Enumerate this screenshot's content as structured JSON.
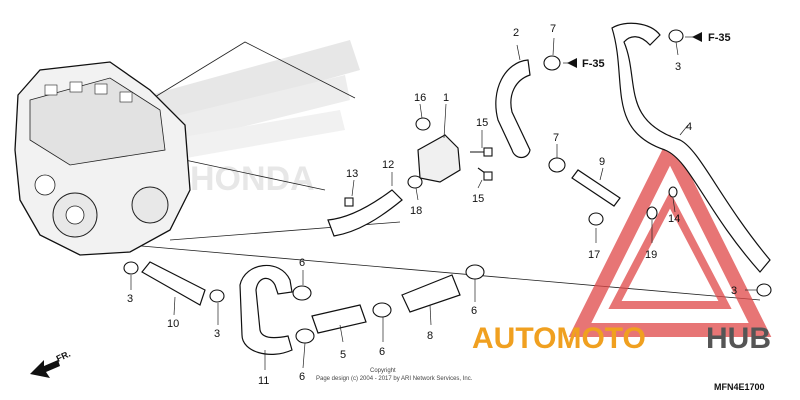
{
  "callouts": {
    "c1": "1",
    "c2": "2",
    "c3a": "3",
    "c3b": "3",
    "c3c": "3",
    "c3d": "3",
    "c4": "4",
    "c5": "5",
    "c6a": "6",
    "c6b": "6",
    "c6c": "6",
    "c6d": "6",
    "c7a": "7",
    "c7b": "7",
    "c8": "8",
    "c9": "9",
    "c10": "10",
    "c11": "11",
    "c12": "12",
    "c13": "13",
    "c14": "14",
    "c15a": "15",
    "c15b": "15",
    "c16": "16",
    "c17": "17",
    "c18": "18",
    "c19": "19"
  },
  "refs": {
    "f35a": "F-35",
    "f35b": "F-35"
  },
  "logo": {
    "brand": "HONDA"
  },
  "watermark": {
    "part1": "AUTOMOTO",
    "part2": "HUB"
  },
  "direction": {
    "label": "FR."
  },
  "copyright": {
    "line1": "Copyright",
    "line2": "Page design (c) 2004 - 2017 by ARI Network Services, Inc."
  },
  "diagram_code": "MFN4E1700",
  "colors": {
    "watermark_red": "#e04848",
    "watermark_orange": "#f0a020",
    "watermark_gray": "#555555"
  }
}
